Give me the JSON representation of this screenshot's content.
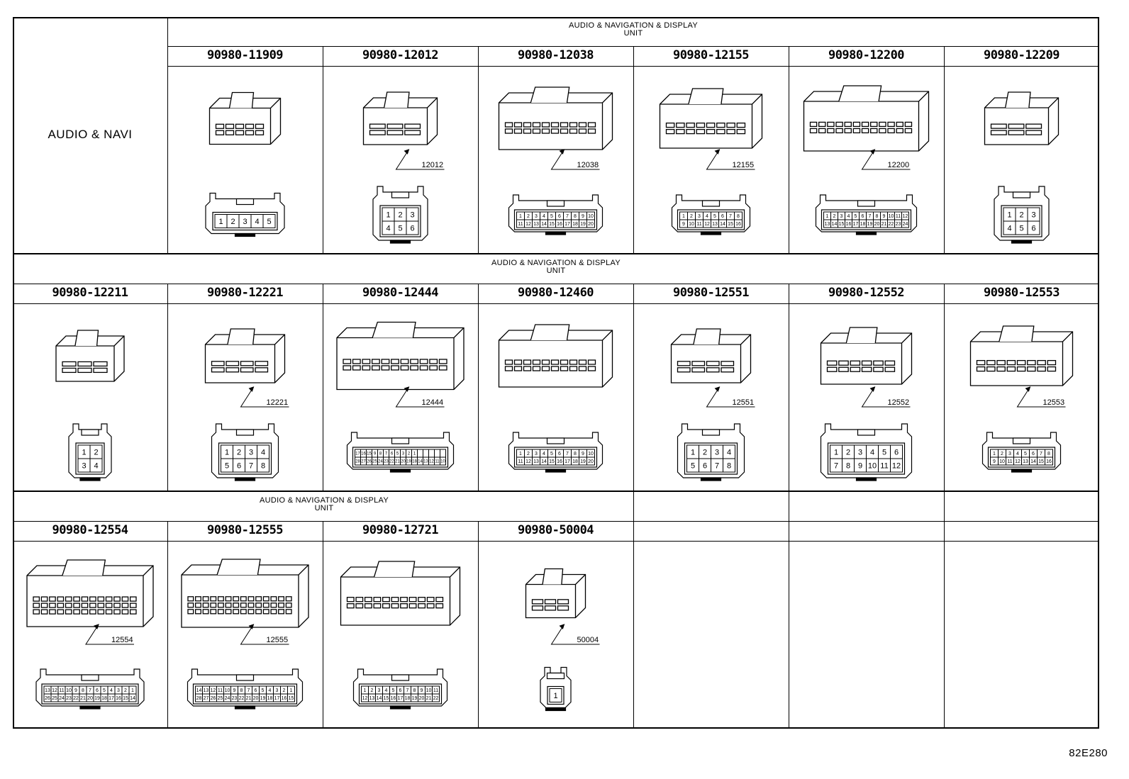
{
  "row_label": "AUDIO & NAVI",
  "system_title_line1": "AUDIO & NAVIGATION & DISPLAY",
  "system_title_line2": "UNIT",
  "rows": [
    {
      "connectors": [
        {
          "part": "90980-11909",
          "callout": "",
          "pins_top": [
            "1",
            "2",
            "3",
            "4",
            "5"
          ],
          "pins_bottom": []
        },
        {
          "part": "90980-12012",
          "callout": "12012",
          "pins_top": [
            "1",
            "2",
            "3"
          ],
          "pins_bottom": [
            "4",
            "5",
            "6"
          ]
        },
        {
          "part": "90980-12038",
          "callout": "12038",
          "pins_top": [
            "1",
            "2",
            "3",
            "4",
            "5",
            "6",
            "7",
            "8",
            "9",
            "10"
          ],
          "pins_bottom": [
            "11",
            "12",
            "13",
            "14",
            "15",
            "16",
            "17",
            "18",
            "19",
            "20"
          ]
        },
        {
          "part": "90980-12155",
          "callout": "12155",
          "pins_top": [
            "1",
            "2",
            "3",
            "4",
            "5",
            "6",
            "7",
            "8"
          ],
          "pins_bottom": [
            "9",
            "10",
            "11",
            "12",
            "13",
            "14",
            "15",
            "16"
          ]
        },
        {
          "part": "90980-12200",
          "callout": "12200",
          "pins_top": [
            "1",
            "2",
            "3",
            "4",
            "5",
            "6",
            "7",
            "8",
            "9",
            "10",
            "11",
            "12"
          ],
          "pins_bottom": [
            "13",
            "14",
            "15",
            "16",
            "17",
            "18",
            "19",
            "20",
            "21",
            "22",
            "23",
            "24"
          ]
        },
        {
          "part": "90980-12209",
          "callout": "",
          "pins_top": [
            "1",
            "2",
            "3"
          ],
          "pins_bottom": [
            "4",
            "5",
            "6"
          ]
        }
      ]
    },
    {
      "connectors": [
        {
          "part": "90980-12211",
          "callout": "",
          "pins_top": [
            "1",
            "2"
          ],
          "pins_bottom": [
            "3",
            "4"
          ]
        },
        {
          "part": "90980-12221",
          "callout": "12221",
          "pins_top": [
            "1",
            "2",
            "3",
            "4"
          ],
          "pins_bottom": [
            "5",
            "6",
            "7",
            "8"
          ]
        },
        {
          "part": "90980-12444",
          "callout": "12444",
          "pins_top": [
            "17",
            "16",
            "15",
            "9",
            "8",
            "7",
            "6",
            "5",
            "3",
            "2",
            "1"
          ],
          "pins_bottom": [
            "28",
            "27",
            "26",
            "25",
            "24",
            "23",
            "22",
            "21",
            "20",
            "19",
            "18",
            "14",
            "13",
            "12",
            "11",
            "10"
          ]
        },
        {
          "part": "90980-12460",
          "callout": "",
          "pins_top": [
            "1",
            "2",
            "3",
            "4",
            "5",
            "6",
            "7",
            "8",
            "9",
            "10"
          ],
          "pins_bottom": [
            "11",
            "12",
            "13",
            "14",
            "15",
            "16",
            "17",
            "18",
            "19",
            "20"
          ]
        },
        {
          "part": "90980-12551",
          "callout": "12551",
          "pins_top": [
            "1",
            "2",
            "3",
            "4"
          ],
          "pins_bottom": [
            "5",
            "6",
            "7",
            "8"
          ]
        },
        {
          "part": "90980-12552",
          "callout": "12552",
          "pins_top": [
            "1",
            "2",
            "3",
            "4",
            "5",
            "6"
          ],
          "pins_bottom": [
            "7",
            "8",
            "9",
            "10",
            "11",
            "12"
          ]
        },
        {
          "part": "90980-12553",
          "callout": "12553",
          "pins_top": [
            "1",
            "2",
            "3",
            "4",
            "5",
            "6",
            "7",
            "8"
          ],
          "pins_bottom": [
            "9",
            "10",
            "11",
            "12",
            "13",
            "14",
            "15",
            "16"
          ]
        }
      ]
    },
    {
      "connectors": [
        {
          "part": "90980-12554",
          "callout": "12554",
          "pins_top": [
            "13",
            "12",
            "11",
            "10",
            "9",
            "8",
            "7",
            "6",
            "5",
            "4",
            "3",
            "2",
            "1"
          ],
          "pins_bottom": [
            "26",
            "25",
            "24",
            "23",
            "22",
            "21",
            "20",
            "19",
            "18",
            "17",
            "16",
            "15",
            "14"
          ]
        },
        {
          "part": "90980-12555",
          "callout": "12555",
          "pins_top": [
            "14",
            "13",
            "12",
            "11",
            "10",
            "9",
            "8",
            "7",
            "6",
            "5",
            "4",
            "3",
            "2",
            "1"
          ],
          "pins_bottom": [
            "28",
            "27",
            "26",
            "25",
            "24",
            "23",
            "22",
            "21",
            "20",
            "19",
            "18",
            "17",
            "16",
            "15"
          ]
        },
        {
          "part": "90980-12721",
          "callout": "",
          "pins_top": [
            "1",
            "2",
            "3",
            "4",
            "5",
            "6",
            "7",
            "8",
            "9",
            "10",
            "11"
          ],
          "pins_bottom": [
            "12",
            "13",
            "14",
            "15",
            "16",
            "17",
            "18",
            "19",
            "20",
            "21",
            "22"
          ]
        },
        {
          "part": "90980-50004",
          "callout": "50004",
          "pins_top": [
            "1"
          ],
          "pins_bottom": []
        }
      ]
    }
  ],
  "reference_code": "82E280"
}
